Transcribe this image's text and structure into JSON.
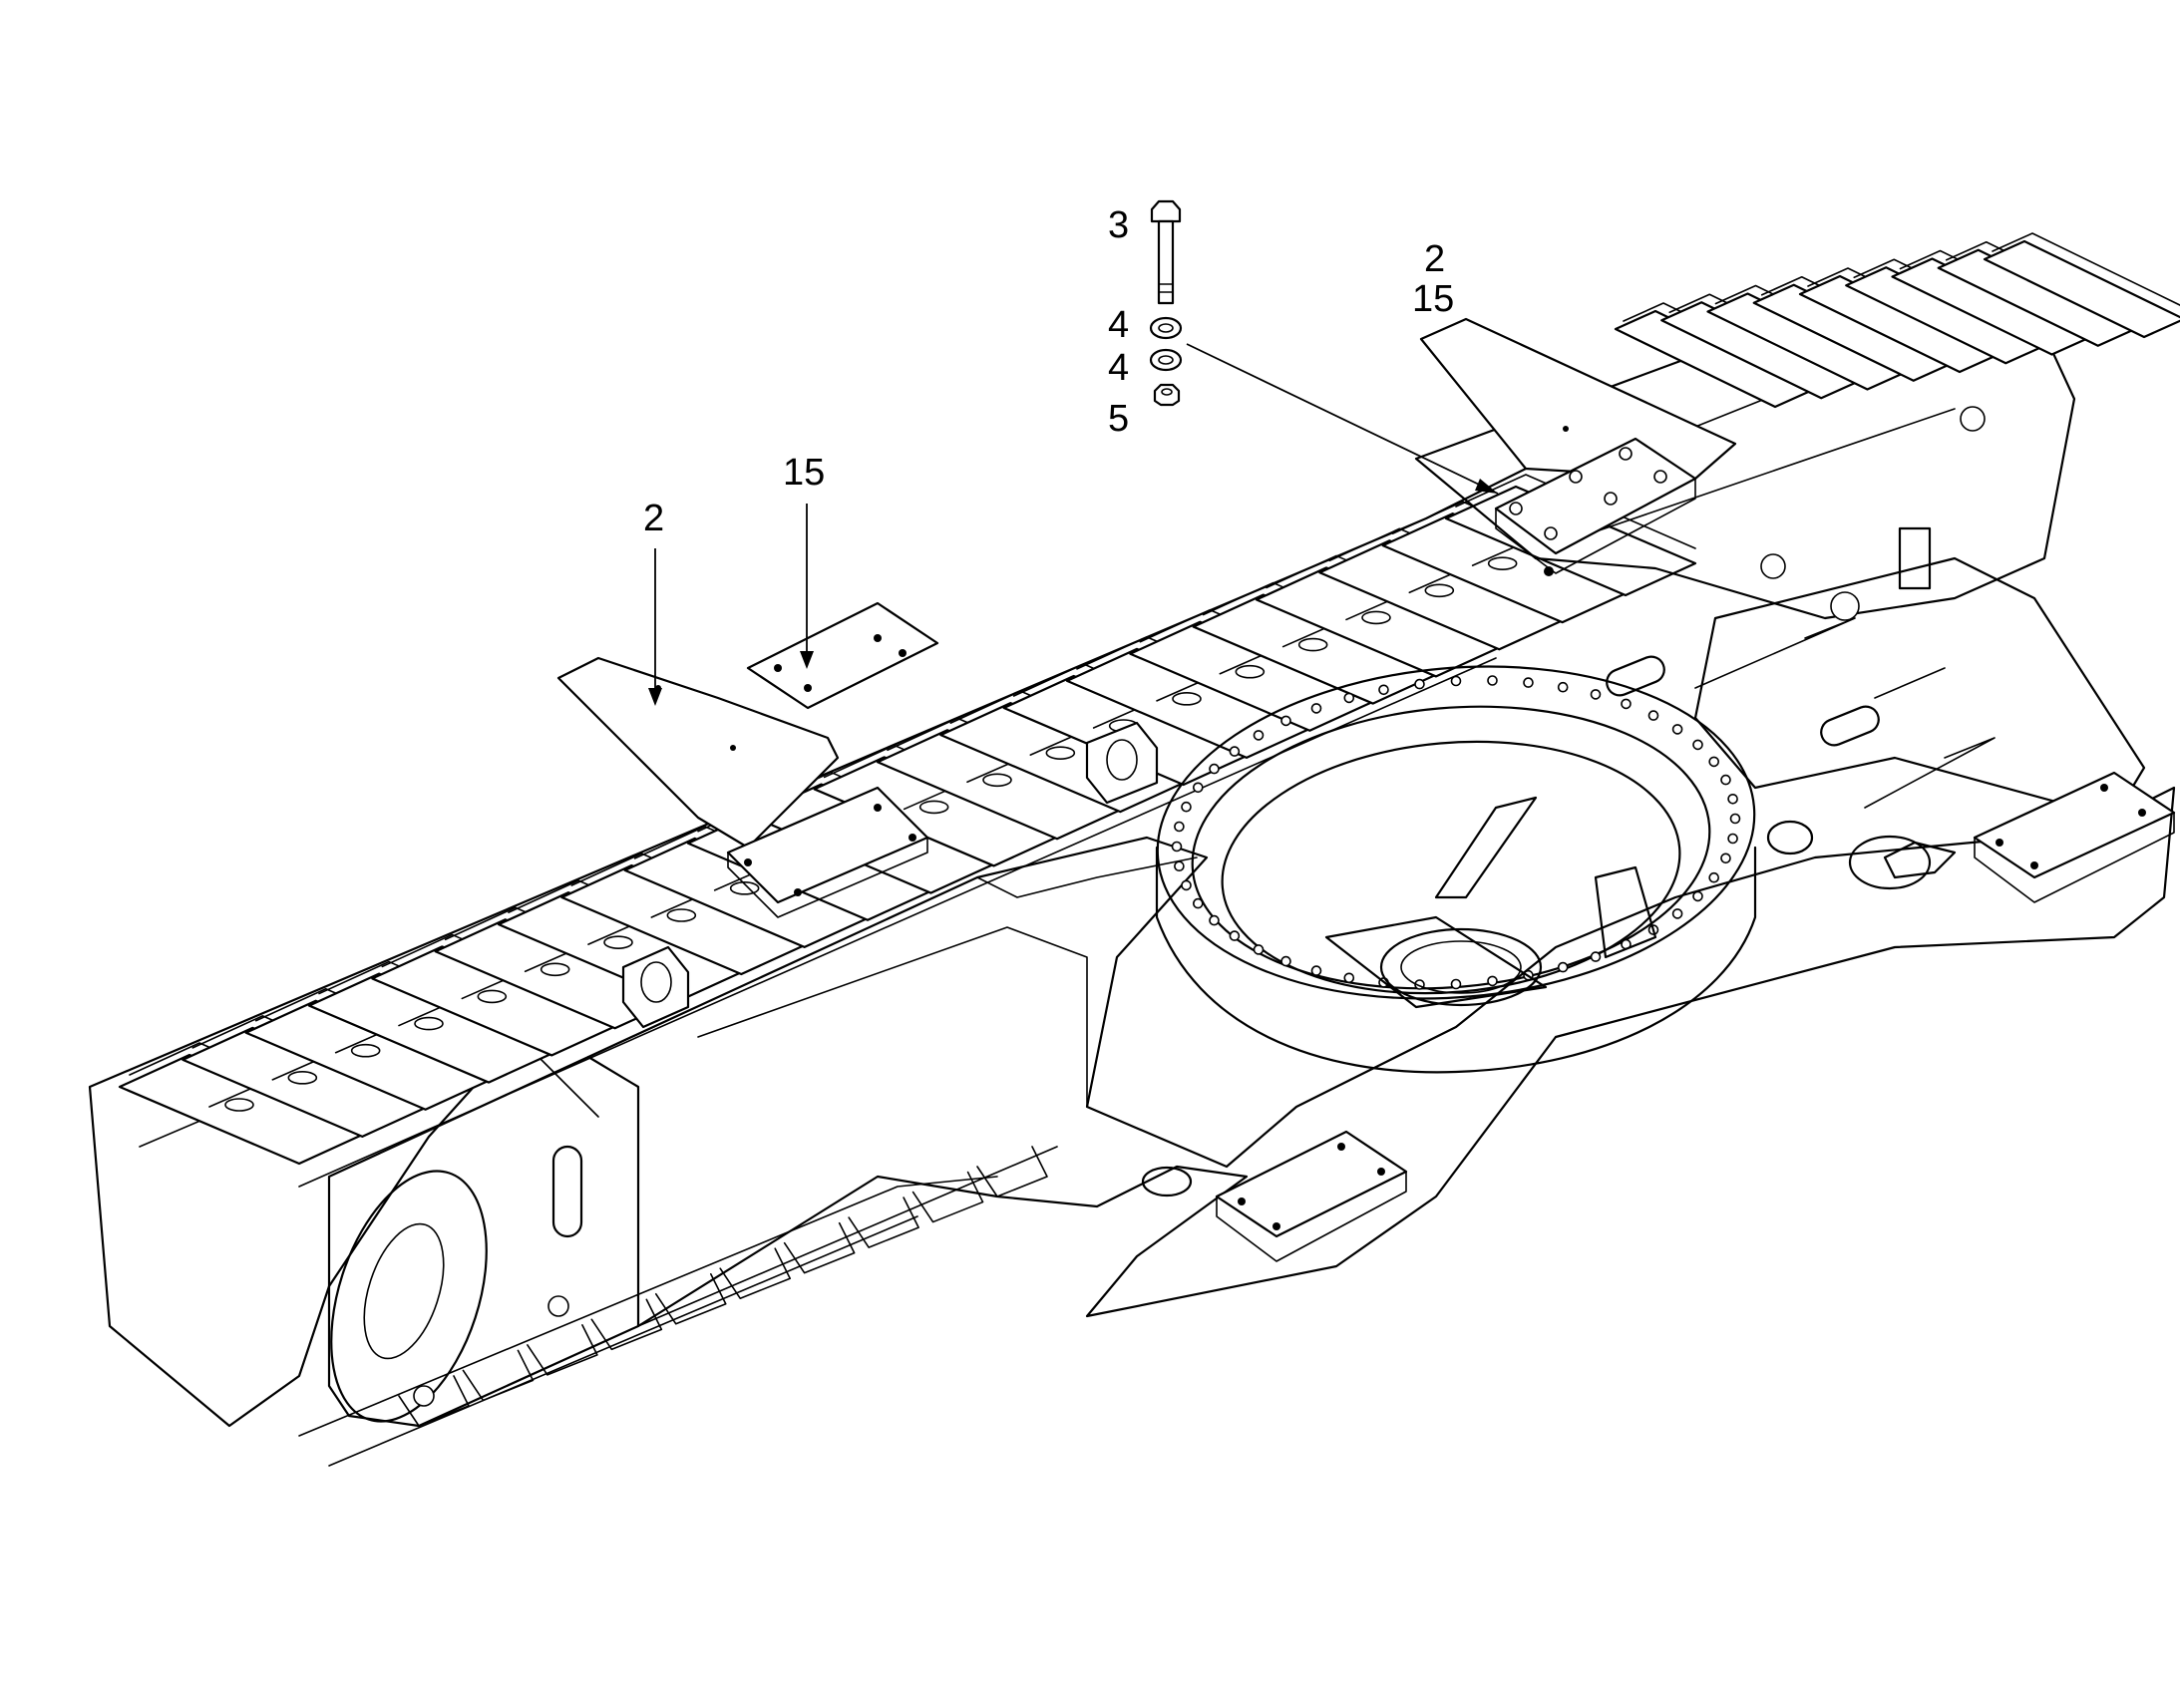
{
  "callouts": [
    {
      "id": "bolt",
      "label": "3"
    },
    {
      "id": "washer-upper",
      "label": "4"
    },
    {
      "id": "washer-lower",
      "label": "4"
    },
    {
      "id": "nut",
      "label": "5"
    },
    {
      "id": "right-pad-part",
      "label": "2"
    },
    {
      "id": "right-pad-plate",
      "label": "15"
    },
    {
      "id": "left-pad-part",
      "label": "2"
    },
    {
      "id": "left-pad-plate",
      "label": "15"
    }
  ]
}
